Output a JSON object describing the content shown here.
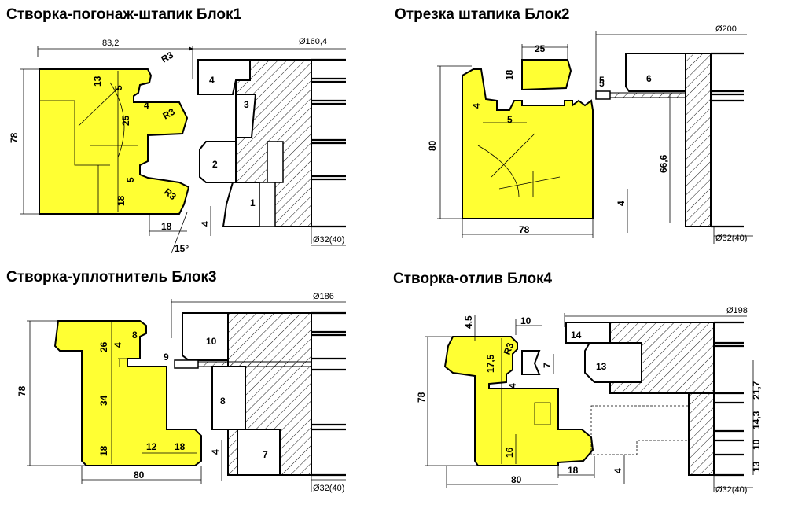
{
  "blocks": [
    {
      "title": "Створка-погонаж-штапик Блок1",
      "dims": {
        "width": "83,2",
        "height": "78",
        "d1": "13",
        "d2": "5",
        "d3": "4",
        "d4": "25",
        "d5": "5",
        "d6": "18",
        "d7": "18",
        "d8": "4",
        "r1": "R3",
        "r2": "R3",
        "r3": "R3",
        "angle": "15°",
        "dia": "Ø160,4",
        "bore": "Ø32(40)"
      },
      "cutters": [
        "4",
        "3",
        "2",
        "1"
      ]
    },
    {
      "title": "Отрезка штапика Блок2",
      "dims": {
        "width": "78",
        "height": "80",
        "d1": "25",
        "d2": "18",
        "d3": "4",
        "d4": "5",
        "d5": "66,6",
        "d6": "4",
        "d7": "5",
        "dia": "Ø200",
        "bore": "Ø32(40)"
      },
      "cutters": [
        "6",
        "5"
      ]
    },
    {
      "title": "Створка-уплотнитель Блок3",
      "dims": {
        "width": "80",
        "height": "78",
        "d1": "26",
        "d2": "4",
        "d3": "8",
        "d4": "34",
        "d5": "18",
        "d6": "12",
        "d7": "18",
        "d8": "4",
        "d9": "9",
        "dia": "Ø186",
        "bore": "Ø32(40)"
      },
      "cutters": [
        "10",
        "8",
        "7"
      ]
    },
    {
      "title": "Створка-отлив Блок4",
      "dims": {
        "width": "80",
        "height": "78",
        "d1": "4,5",
        "d2": "10",
        "d3": "17,5",
        "d4": "R3",
        "d5": "7",
        "d6": "4",
        "d7": "16",
        "d8": "18",
        "d9": "4",
        "d10": "21,7",
        "d11": "14,3",
        "d12": "10",
        "d13": "13",
        "dia": "Ø198",
        "bore": "Ø32(40)"
      },
      "cutters": [
        "14",
        "13"
      ]
    }
  ]
}
